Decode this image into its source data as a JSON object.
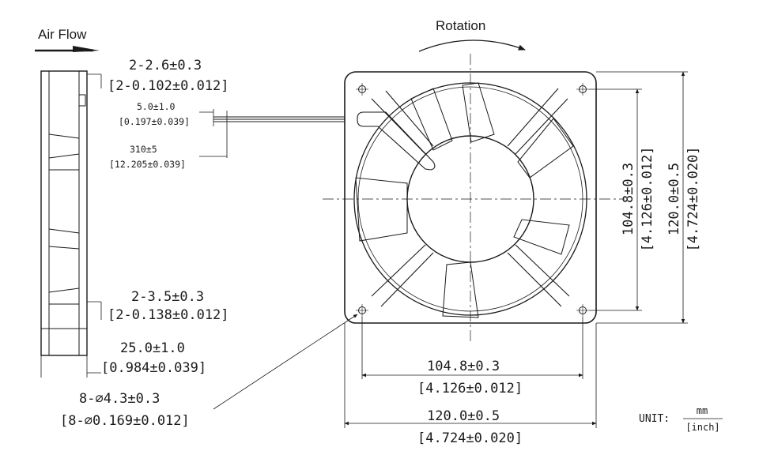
{
  "labels": {
    "air_flow": "Air Flow",
    "rotation": "Rotation"
  },
  "dimensions": {
    "mount_hole_top": {
      "mm": "2-2.6±0.3",
      "inch": "[2-0.102±0.012]"
    },
    "lead_strip": {
      "mm": "5.0±1.0",
      "inch": "[0.197±0.039]"
    },
    "lead_length": {
      "mm": "310±5",
      "inch": "[12.205±0.039]"
    },
    "mount_hole_bottom": {
      "mm": "2-3.5±0.3",
      "inch": "[2-0.138±0.012]"
    },
    "depth": {
      "mm": "25.0±1.0",
      "inch": "[0.984±0.039]"
    },
    "hole_dia": {
      "mm": "8-⌀4.3±0.3",
      "inch": "[8-⌀0.169±0.012]"
    },
    "hole_spacing_h": {
      "mm": "104.8±0.3",
      "inch": "[4.126±0.012]"
    },
    "width_h": {
      "mm": "120.0±0.5",
      "inch": "[4.724±0.020]"
    },
    "hole_spacing_v": {
      "mm": "104.8±0.3",
      "inch": "[4.126±0.012]"
    },
    "height_v": {
      "mm": "120.0±0.5",
      "inch": "[4.724±0.020]"
    }
  },
  "unit": {
    "label": "UNIT:",
    "top": "mm",
    "bottom": "[inch]"
  },
  "colors": {
    "line": "#1a1a1a",
    "background": "#ffffff"
  }
}
